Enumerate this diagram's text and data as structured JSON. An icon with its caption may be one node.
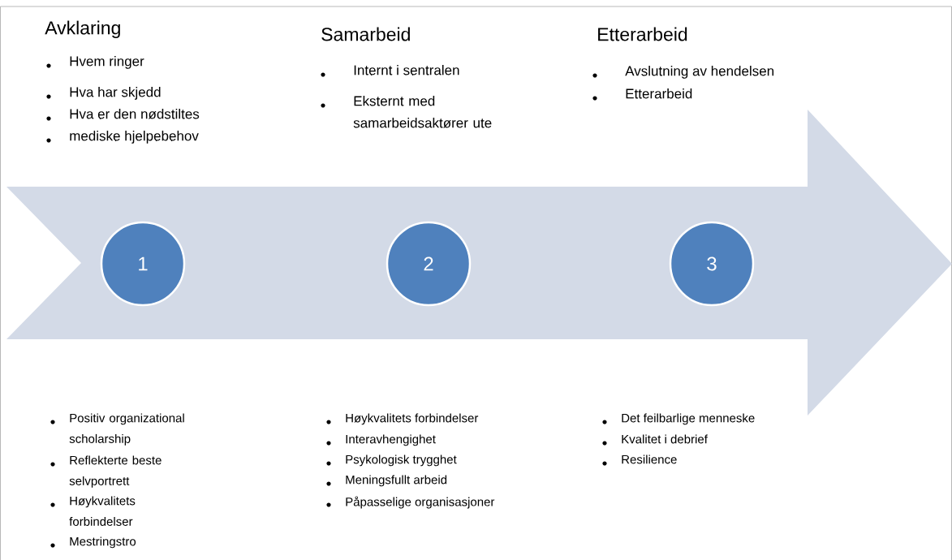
{
  "diagram": {
    "nodes": [
      {
        "text": [
          "1"
        ]
      },
      {
        "text": [
          "2"
        ]
      },
      {
        "text": [
          "3"
        ]
      }
    ],
    "labels": [
      "Avklaring",
      "Hvem ringer",
      "Hva har skjedd",
      "Hva er den nødstiltes",
      "mediske hjelpebehov",
      "Samarbeid",
      "Internt i sentralen",
      "Eksternt med samarbeidsaktører ute",
      "Etterarbeid",
      "Avslutning av hendelsen",
      "Etterarbeid",
      "Positiv organizational scholarship",
      "Reflekterte beste selvportrett",
      "Høykvalitets forbindelser",
      "Mestringstro",
      "Høykvalitets forbindelser",
      "Interavhengighet",
      "Psykologisk trygghet",
      "Meningsfullt arbeid",
      "Påpasselige organisasjoner",
      "Det feilbarlige menneske",
      "Kvalitet i debrief",
      "Resilience"
    ]
  }
}
